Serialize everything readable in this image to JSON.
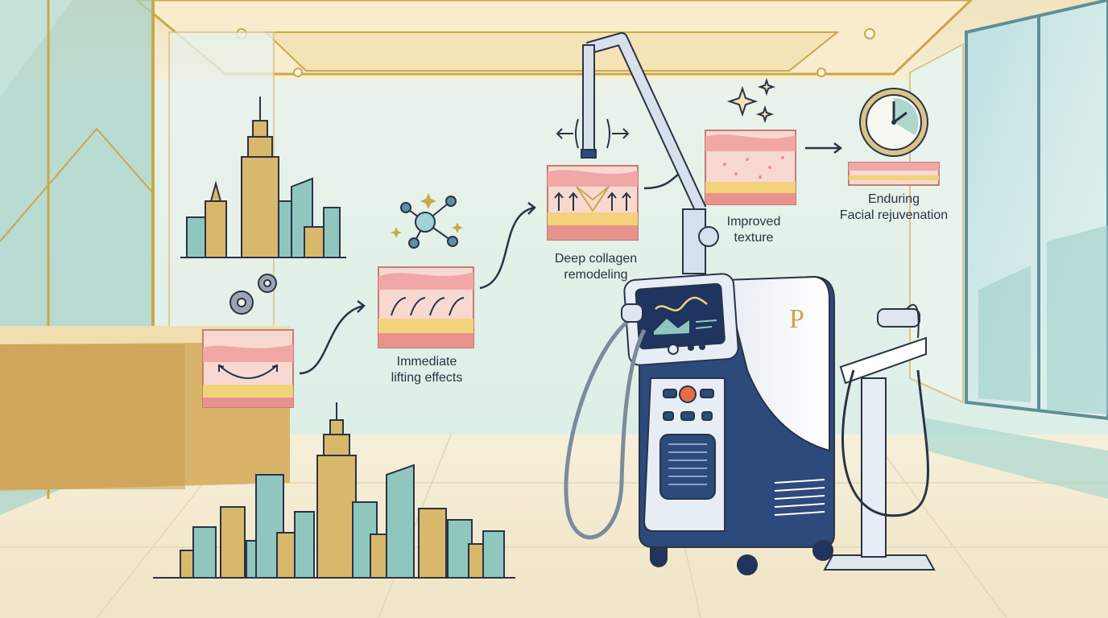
{
  "steps": [
    {
      "line1": "Immediate",
      "line2": "lifting effects"
    },
    {
      "line1": "Deep collagen",
      "line2": "remodeling"
    },
    {
      "line1": "Improved",
      "line2": "texture"
    },
    {
      "line1": "Enduring",
      "line2": "Facial rejuvenation"
    }
  ],
  "device": {
    "logo_letter": "P"
  },
  "colors": {
    "gold": "#c9a84a",
    "teal": "#8fc7be",
    "navy": "#2d4a7c",
    "skin_pink": "#f2a7a7",
    "fat_yellow": "#f2d27a",
    "outline": "#2b3346"
  }
}
